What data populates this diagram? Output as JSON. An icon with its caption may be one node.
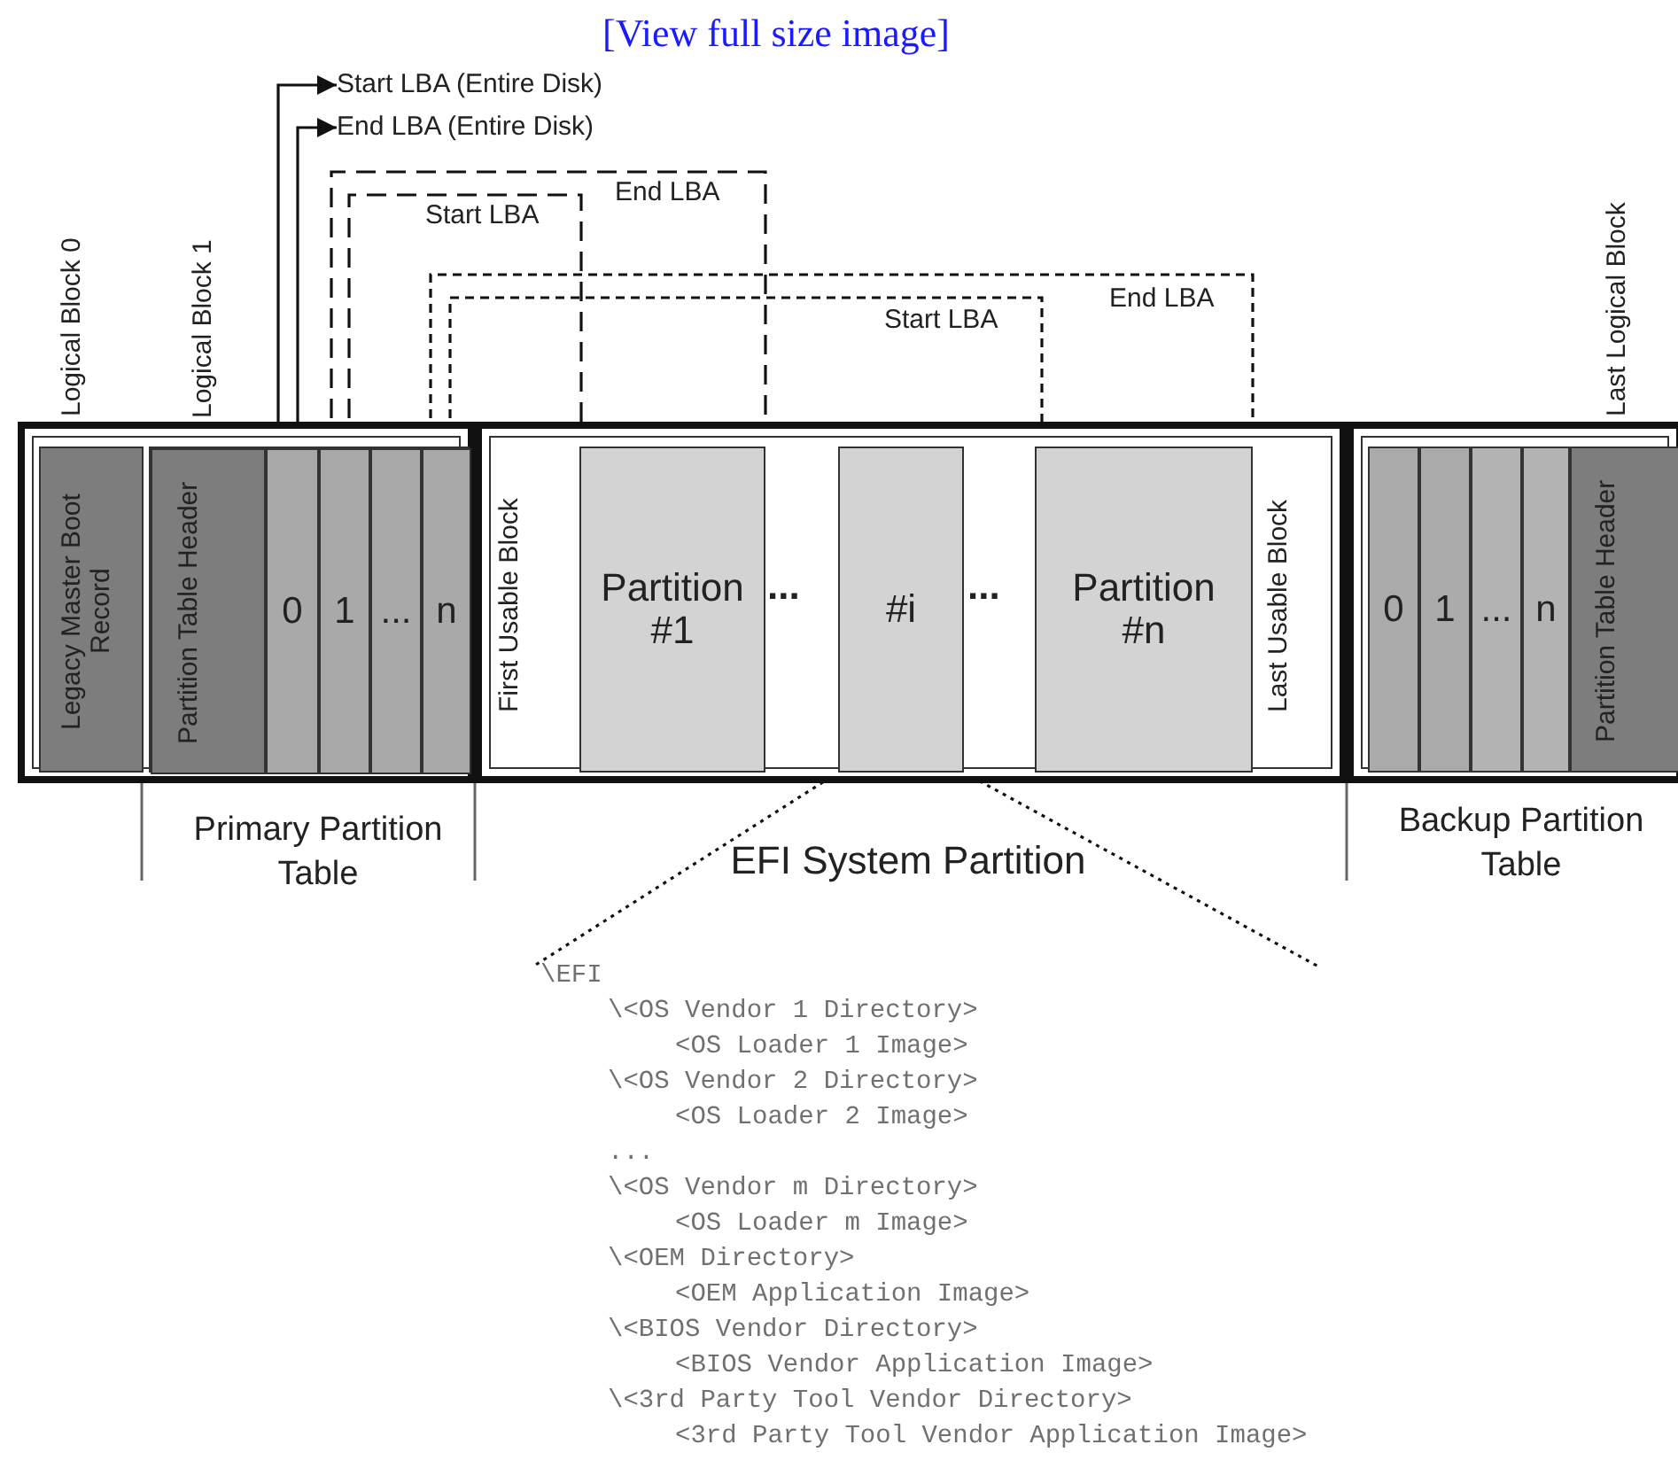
{
  "diagram": {
    "nodes": [
      {
        "text": [],
        "shape": "box"
      },
      {
        "text": [
          "Legacy Master Boot Record"
        ],
        "in": 0,
        "beside": [
          "Logical Block 0"
        ]
      },
      {
        "text": [
          "Primary Partition Table"
        ],
        "in": 0
      },
      {
        "text": [
          "Partition Table Header"
        ],
        "in": 2,
        "beside": [
          "Logical Block 1"
        ]
      },
      {
        "text": [
          "0"
        ],
        "in": 2
      },
      {
        "text": [
          "1"
        ],
        "in": 2
      },
      {
        "text": [
          "..."
        ],
        "in": 2
      },
      {
        "text": [
          "n"
        ],
        "in": 2
      },
      {
        "text": [
          "First Usable Block",
          "Last Usable Block"
        ]
      },
      {
        "text": [
          "Partition #1"
        ],
        "in": 8
      },
      {
        "text": [
          "#i"
        ],
        "in": 8,
        "beside": [
          "EFI System Partition"
        ]
      },
      {
        "text": [
          "Partition #n"
        ],
        "in": 8
      },
      {
        "text": [
          "Backup Partition Table"
        ]
      },
      {
        "text": [
          "0"
        ],
        "in": 12
      },
      {
        "text": [
          "1"
        ],
        "in": 12
      },
      {
        "text": [
          "..."
        ],
        "in": 12
      },
      {
        "text": [
          "n"
        ],
        "in": 12
      },
      {
        "text": [
          "Partition Table Header"
        ],
        "in": 12,
        "beside": [
          "Last Logical Block"
        ]
      },
      {
        "text": [
          "\\EFI",
          "\\<OS Vendor 1 Directory>",
          "<OS Loader 1 Image>",
          "\\<OS Vendor 2 Directory>",
          "<OS Loader 2 Image>",
          "...",
          "\\<OS Vendor m Directory>",
          "<OS Loader m Image>",
          "\\<OEM Directory>",
          "<OEM Application Image>",
          "\\<BIOS Vendor Directory>",
          "<BIOS Vendor Application Image>",
          "\\<3rd Party Tool Vendor Directory>",
          "<3rd Party Tool Vendor Application Image>"
        ]
      },
      {
        "text": [
          "Start LBA (Entire Disk)"
        ]
      },
      {
        "text": [
          "End LBA (Entire Disk)"
        ]
      }
    ],
    "edges": [
      {
        "from": 4,
        "to": 19,
        "arrow": "to"
      },
      {
        "from": 4,
        "to": 20,
        "arrow": "to"
      },
      {
        "from": 5,
        "to": 9,
        "arrow": "to",
        "label": "Start LBA",
        "style": "dashed"
      },
      {
        "from": 5,
        "to": 9,
        "arrow": "to",
        "label": "End LBA",
        "style": "dashed"
      },
      {
        "from": 7,
        "to": 11,
        "arrow": "to",
        "label": "Start LBA",
        "style": "dashed"
      },
      {
        "from": 7,
        "to": 11,
        "arrow": "to",
        "label": "End LBA",
        "style": "dashed"
      },
      {
        "from": 10,
        "to": 18,
        "arrow": "none",
        "style": "dashed"
      },
      {
        "from": 10,
        "to": 18,
        "arrow": "none",
        "style": "dashed"
      }
    ],
    "labels": [
      "[View full size image]",
      "...",
      "..."
    ]
  }
}
